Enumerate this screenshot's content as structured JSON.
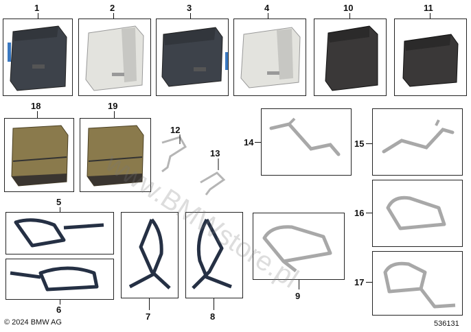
{
  "parts": [
    {
      "key": "p1",
      "number": "1",
      "kind": "bag",
      "color": "#3d424a"
    },
    {
      "key": "p2",
      "number": "2",
      "kind": "bag",
      "color": "#e3e3de"
    },
    {
      "key": "p3",
      "number": "3",
      "kind": "bag",
      "color": "#3d424a"
    },
    {
      "key": "p4",
      "number": "4",
      "kind": "bag",
      "color": "#e3e3de"
    },
    {
      "key": "p10",
      "number": "10",
      "kind": "bag",
      "color": "#3a3838"
    },
    {
      "key": "p11",
      "number": "11",
      "kind": "bag",
      "color": "#3a3838"
    },
    {
      "key": "p18",
      "number": "18",
      "kind": "bag",
      "color": "#8a7a4c"
    },
    {
      "key": "p19",
      "number": "19",
      "kind": "bag",
      "color": "#8a7a4c"
    },
    {
      "key": "p12",
      "number": "12",
      "kind": "bracket",
      "color": "#b5b5b5"
    },
    {
      "key": "p13",
      "number": "13",
      "kind": "bracket",
      "color": "#b5b5b5"
    },
    {
      "key": "p14",
      "number": "14",
      "kind": "frame",
      "color": "#a8a8a8"
    },
    {
      "key": "p15",
      "number": "15",
      "kind": "frame",
      "color": "#a8a8a8"
    },
    {
      "key": "p16",
      "number": "16",
      "kind": "frame",
      "color": "#a8a8a8"
    },
    {
      "key": "p17",
      "number": "17",
      "kind": "frame",
      "color": "#a8a8a8"
    },
    {
      "key": "p5",
      "number": "5",
      "kind": "frame",
      "color": "#253044"
    },
    {
      "key": "p6",
      "number": "6",
      "kind": "frame",
      "color": "#253044"
    },
    {
      "key": "p7",
      "number": "7",
      "kind": "frame",
      "color": "#253044"
    },
    {
      "key": "p8",
      "number": "8",
      "kind": "frame",
      "color": "#253044"
    },
    {
      "key": "p9",
      "number": "9",
      "kind": "frame",
      "color": "#a8a8a8"
    }
  ],
  "copyright": "© 2024 BMW AG",
  "diagram_id": "536131",
  "watermark": "www.BMWstore.pl"
}
